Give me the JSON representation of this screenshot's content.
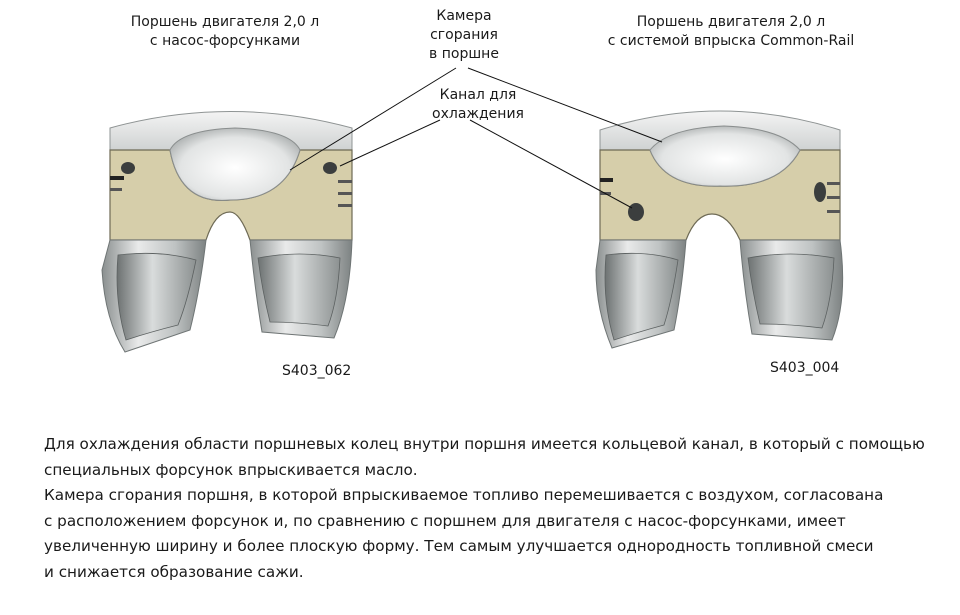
{
  "labels": {
    "left_title": [
      "Поршень двигателя 2,0 л",
      "с насос-форсунками"
    ],
    "right_title": [
      "Поршень двигателя 2,0 л",
      "с системой впрыска Common-Rail"
    ],
    "chamber": [
      "Камера",
      "сгорания",
      "в поршне"
    ],
    "channel": [
      "Канал для",
      "охлаждения"
    ],
    "code_left": "S403_062",
    "code_right": "S403_004"
  },
  "description": [
    "Для охлаждения области поршневых колец внутри поршня имеется кольцевой канал, в который с помощью",
    "специальных форсунок впрыскивается масло.",
    "Камера сгорания поршня, в которой впрыскиваемое топливо перемешивается с воздухом, согласована",
    "с расположением форсунок и, по сравнению с поршнем для двигателя с насос-форсунками, имеет",
    "увеличенную ширину и более плоскую форму. Тем самым улучшается однородность топливной смеси",
    "и снижается образование сажи."
  ],
  "colors": {
    "section": "#d6ceaa",
    "metal_light": "#ececec",
    "metal_mid": "#b9bdbd",
    "metal_dark": "#6f7575",
    "leader": "#111111"
  }
}
